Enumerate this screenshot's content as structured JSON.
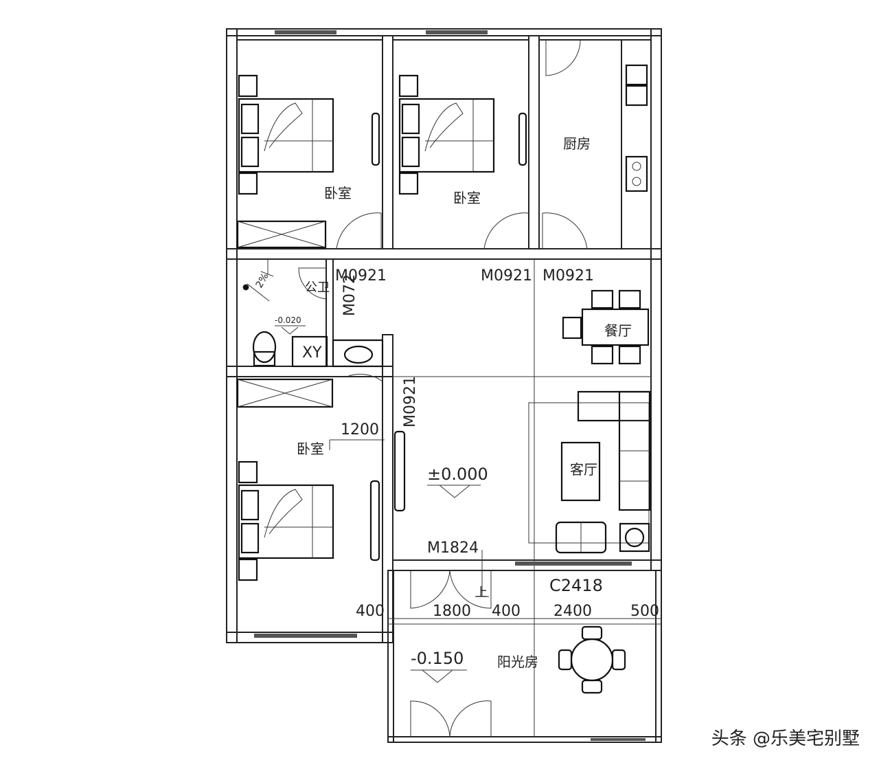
{
  "rooms": {
    "bedroom_1": "卧室",
    "bedroom_2": "卧室",
    "bedroom_3": "卧室",
    "kitchen": "厨房",
    "bathroom": "公卫",
    "dining": "餐厅",
    "living": "客厅",
    "sunroom": "阳光房"
  },
  "doors": {
    "bath_bedroom": "M0921",
    "bedroom2": "M0921",
    "kitchen": "M0921",
    "bathroom_vertical": "M072",
    "bedroom3_vertical": "M0921",
    "entrance": "M1824"
  },
  "window": "C2418",
  "fixtures": {
    "washer": "XY",
    "slope": "2%"
  },
  "levels": {
    "bathroom": "-0.020",
    "main": "±0.000",
    "sunroom": "-0.150"
  },
  "dimensions": {
    "d1": "1200",
    "d2": "400",
    "d3": "1800",
    "d4": "400",
    "d5": "2400",
    "d6": "500"
  },
  "stair_up": "上",
  "watermark": "头条 @乐美宅别墅"
}
